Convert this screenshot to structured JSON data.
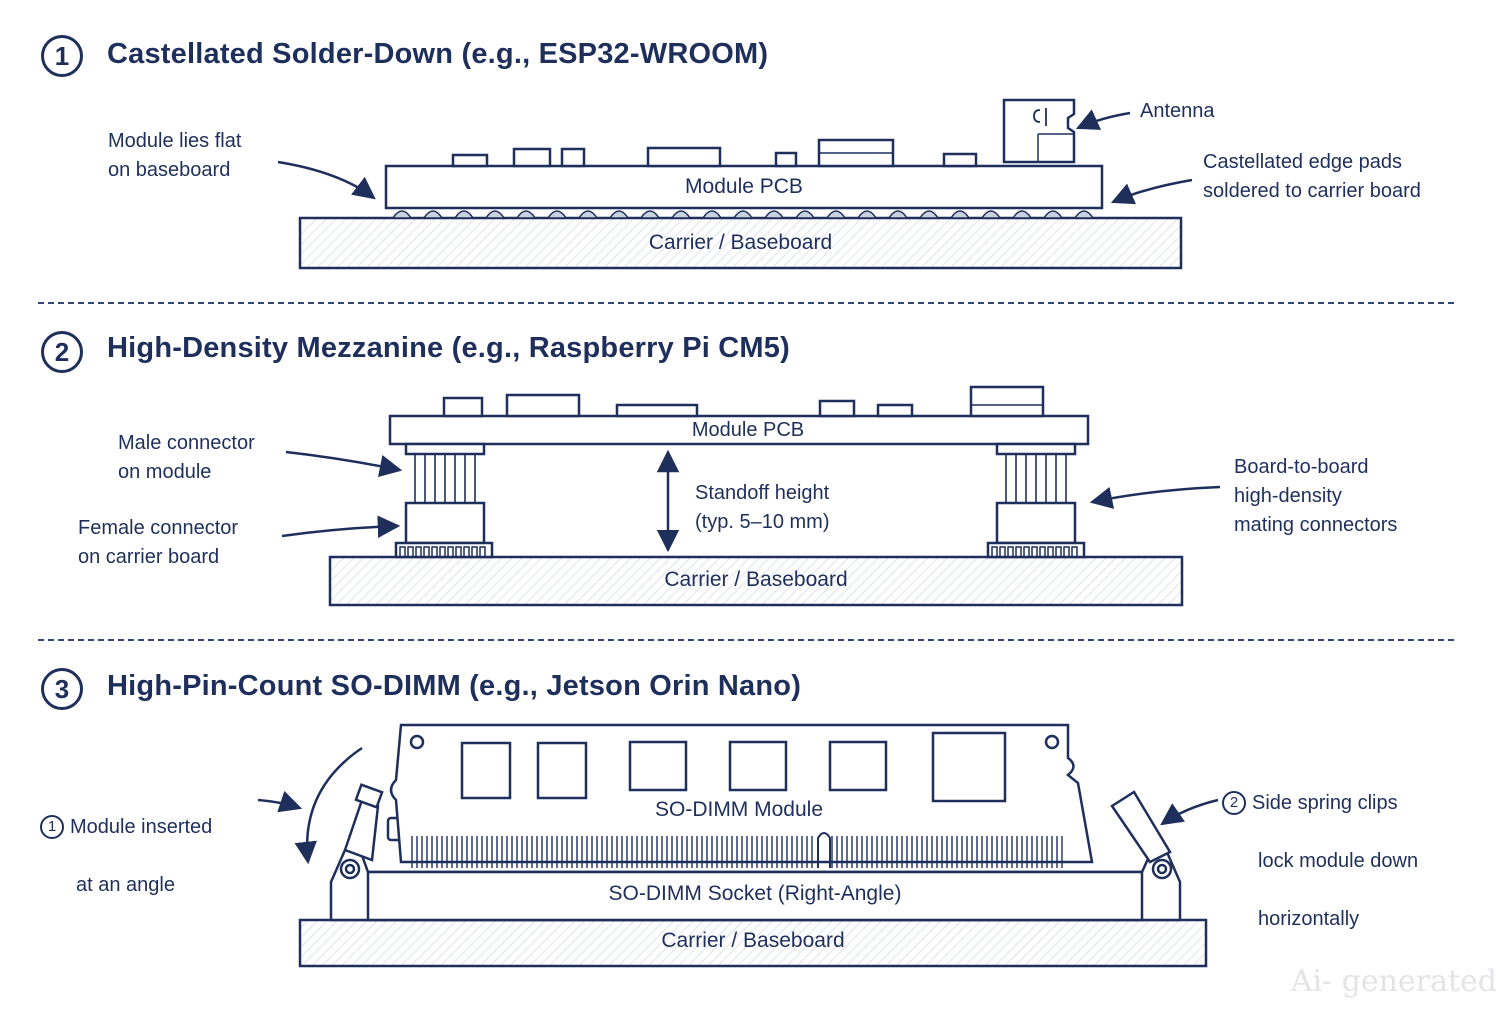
{
  "sections": [
    {
      "number": "1",
      "title": "Castellated Solder-Down (e.g., ESP32-WROOM)",
      "module_label": "Module PCB",
      "carrier_label": "Carrier / Baseboard",
      "annotations": {
        "left": "Module lies flat\non baseboard",
        "antenna": "Antenna",
        "right": "Castellated edge pads\nsoldered to carrier board"
      }
    },
    {
      "number": "2",
      "title": "High-Density Mezzanine (e.g., Raspberry Pi CM5)",
      "module_label": "Module PCB",
      "carrier_label": "Carrier / Baseboard",
      "standoff": "Standoff height\n(typ. 5–10 mm)",
      "annotations": {
        "male": "Male connector\n on module",
        "female": "Female connector\non carrier board",
        "right": "Board-to-board\nhigh-density\nmating connectors"
      }
    },
    {
      "number": "3",
      "title": "High-Pin-Count SO-DIMM (e.g., Jetson Orin Nano)",
      "module_label": "SO-DIMM Module",
      "socket_label": "SO-DIMM Socket (Right-Angle)",
      "carrier_label": "Carrier / Baseboard",
      "annotations": {
        "left_num": "1",
        "left_line1": "Module inserted",
        "left_line2": "at an angle",
        "right_num": "2",
        "right_line1": "Side spring clips",
        "right_line2": "lock module down",
        "right_line3": "horizontally"
      }
    }
  ],
  "watermark": "Ai- generated",
  "colors": {
    "ink": "#1f2f5c",
    "fill": "#f3f5fa",
    "pad": "#c9d0de"
  }
}
